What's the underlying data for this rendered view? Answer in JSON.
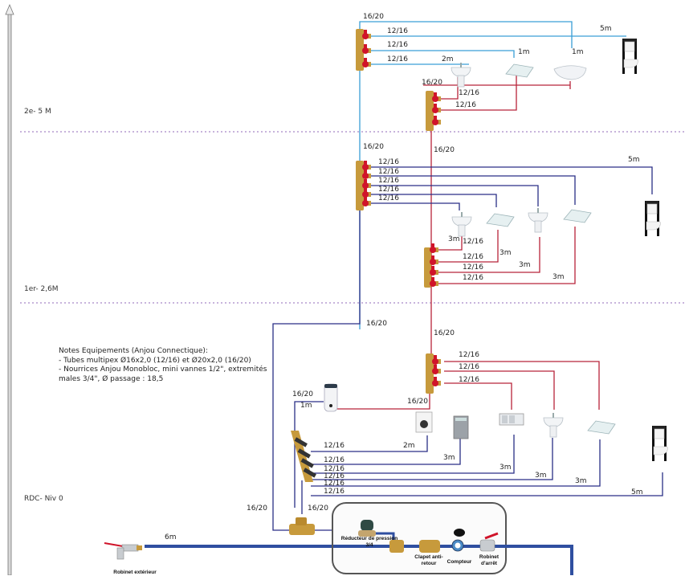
{
  "levels": [
    {
      "label": "2e- 5 M"
    },
    {
      "label": "1er- 2,6M"
    },
    {
      "label": "RDC- Niv 0"
    }
  ],
  "notes": {
    "text": "Notes Equipements (Anjou Connectique):\n- Tubes multipex Ø16x2,0 (12/16) et Ø20x2,0 (16/20)\n- Nourrices Anjou Monobloc, mini vannes 1/2\", extremités males 3/4\", Ø passage : 18,5"
  },
  "pipe_sizes": {
    "main": "16/20",
    "branch": "12/16"
  },
  "floor2": {
    "cold_manifold": {
      "feed": "16/20",
      "outputs": [
        "12/16",
        "12/16",
        "12/16"
      ]
    },
    "hot_manifold": {
      "feed": "16/20",
      "outputs": [
        "12/16",
        "12/16"
      ]
    },
    "lengths": [
      "2m",
      "1m",
      "1m",
      "5m"
    ],
    "fixtures": [
      "washbasin",
      "shower-tray",
      "bathtub",
      "wall-hung-toilet"
    ]
  },
  "floor1": {
    "riser_cold": "16/20",
    "riser_hot": "16/20",
    "cold_manifold": {
      "outputs": [
        "12/16",
        "12/16",
        "12/16",
        "12/16",
        "12/16"
      ]
    },
    "hot_manifold": {
      "outputs": [
        "12/16",
        "12/16",
        "12/16",
        "12/16"
      ]
    },
    "lengths": [
      "3m",
      "3m",
      "3m",
      "3m",
      "5m"
    ],
    "fixtures": [
      "washbasin",
      "shower-tray",
      "washbasin",
      "shower-tray",
      "wall-hung-toilet"
    ]
  },
  "ground": {
    "riser_cold": "16/20",
    "riser_hot": "16/20",
    "hot_manifold": {
      "outputs": [
        "12/16",
        "12/16",
        "12/16"
      ]
    },
    "heater_feed": "16/20",
    "heater_out": "16/20",
    "heater_length": "1m",
    "cold_manifold": {
      "outputs": [
        "12/16",
        "12/16",
        "12/16",
        "12/16",
        "12/16",
        "12/16"
      ]
    },
    "lengths": [
      "2m",
      "3m",
      "3m",
      "3m",
      "3m",
      "5m"
    ],
    "fixtures": [
      "water-heater",
      "washing-machine",
      "dishwasher",
      "kitchen-sink",
      "washbasin",
      "shower-tray",
      "wall-hung-toilet"
    ],
    "tee_left": "16/20",
    "tee_right": "16/20"
  },
  "supply": {
    "outdoor_tap_label": "Robinet extérieur",
    "outdoor_length": "6m",
    "pressure_reducer_label": "Réducteur de pression 3/4",
    "check_valve_label": "Clapet anti-retour",
    "meter_label": "Compteur",
    "stop_valve_label": "Robinet d'arrêt"
  },
  "colors": {
    "cold_upper": "#3a9fd6",
    "cold": "#2a2f86",
    "hot": "#b8243a",
    "main_supply": "#2f4fa0",
    "level_line": "#c8b4dc",
    "brass": "#c79a3c",
    "valve_red": "#d0142a"
  }
}
